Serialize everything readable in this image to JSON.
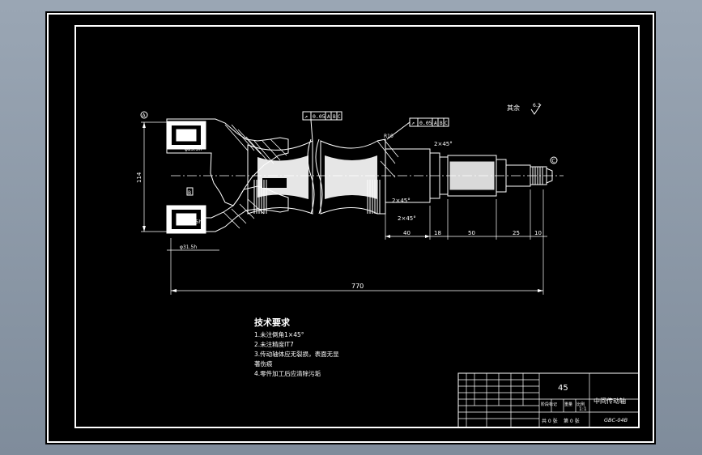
{
  "drawing": {
    "dimensions": {
      "total_length": "770",
      "seg_40": "40",
      "seg_18": "18",
      "seg_50": "50",
      "seg_25": "25",
      "seg_10": "10",
      "height_114": "114",
      "chamfer_1": "2×45°",
      "chamfer_2": "2×45°",
      "chamfer_3": "2×45°",
      "dia_ring_top": "φ25.5h",
      "dia_ring_bottom": "φ25.5h",
      "dia_ring_3": "φ31.5h",
      "radius_r10": "R10"
    },
    "tolerances": {
      "runout_1": [
        "↗",
        "0.05",
        "A",
        "B",
        "C"
      ],
      "runout_2": [
        "↗",
        "0.05",
        "A",
        "B",
        "C"
      ]
    },
    "roughness_note": "其余",
    "roughness_value": "6.3",
    "datum_a": "A",
    "datum_b": "B",
    "datum_c": "C"
  },
  "tech_requirements": {
    "title": "技术要求",
    "items": [
      "1.未注倒角1×45°",
      "2.未注精度IT7",
      "3.传动轴体应无裂损，表面无显",
      "  著伤痕",
      "4.零件加工后应清除污垢"
    ]
  },
  "title_block": {
    "material": "45",
    "part_name": "中间传动轴",
    "drawing_no": "GBC-04B",
    "scale": "1:1",
    "sheets": "共 0 张",
    "sheet_no": "第 0 张",
    "stage_label": "阶段标记",
    "weight_label": "重量",
    "scale_label": "比例"
  }
}
